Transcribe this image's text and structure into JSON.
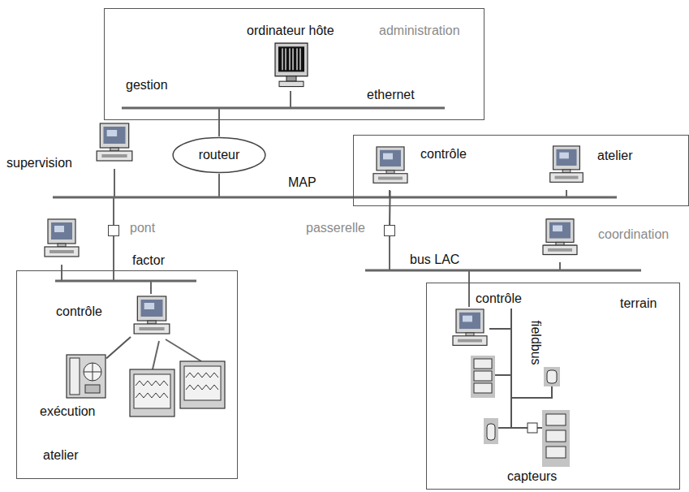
{
  "diagram": {
    "nodes": [
      {
        "text": [
          "administration"
        ]
      },
      {
        "text": [
          "ordinateur hôte"
        ],
        "in": 0
      },
      {
        "text": [
          "routeur"
        ]
      },
      {
        "text": [
          "supervision"
        ]
      },
      {
        "text": [
          "atelier"
        ]
      },
      {
        "text": [
          "contrôle"
        ],
        "in": 4
      },
      {
        "text": [
          "pont"
        ]
      },
      {
        "text": [
          "passerelle"
        ]
      },
      {
        "text": [
          "coordination"
        ]
      },
      {
        "text": [
          "atelier"
        ]
      },
      {
        "text": [
          "contrôle"
        ],
        "in": 9
      },
      {
        "text": [
          "exécution"
        ],
        "in": 9
      },
      {
        "text": [
          "terrain"
        ]
      },
      {
        "text": [
          "contrôle"
        ],
        "in": 12
      }
    ],
    "edges": [
      {
        "from": 5,
        "to": 7,
        "arrow": "none"
      },
      {
        "from": 10,
        "to": 11,
        "arrow": "none"
      }
    ],
    "labels": [
      "gestion",
      "ethernet",
      "MAP",
      "factor",
      "bus LAC",
      "fieldbus",
      "capteurs"
    ]
  }
}
